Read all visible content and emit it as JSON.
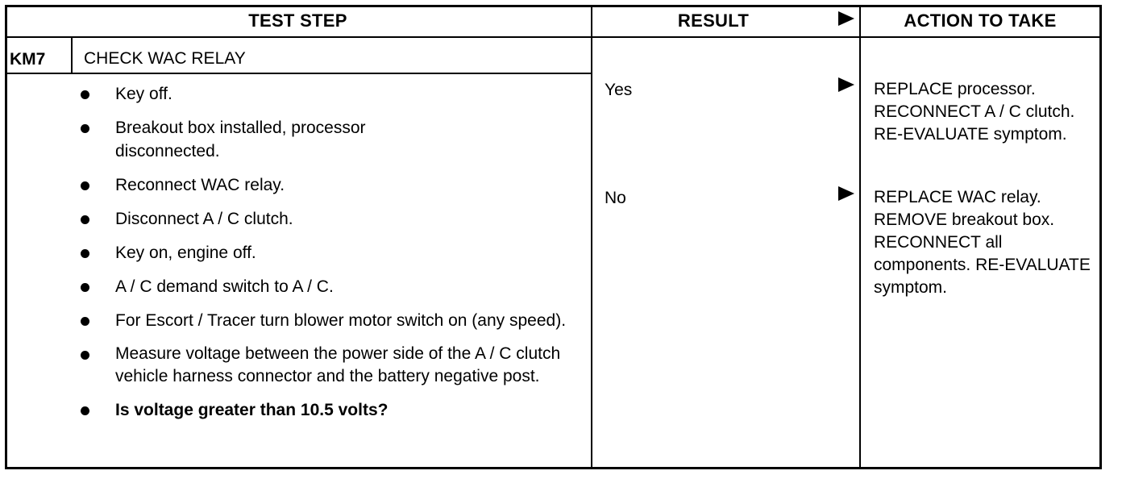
{
  "header": {
    "test_step": "TEST STEP",
    "result": "RESULT",
    "action": "ACTION TO TAKE"
  },
  "step": {
    "id": "KM7",
    "title": "CHECK WAC RELAY",
    "items": [
      "Key off.",
      "Breakout box installed, processor disconnected.",
      "Reconnect WAC relay.",
      "Disconnect A / C clutch.",
      "Key on, engine off.",
      "A / C demand switch to A / C.",
      "For Escort / Tracer turn blower motor switch on (any speed).",
      "Measure voltage between the power side of the A / C clutch vehicle harness connector and the battery negative post.",
      "Is voltage greater than 10.5 volts?"
    ]
  },
  "results": [
    {
      "label": "Yes",
      "action": "REPLACE processor. RECONNECT A / C clutch. RE-EVALUATE symptom."
    },
    {
      "label": "No",
      "action": "REPLACE WAC relay. REMOVE breakout box. RECONNECT all components. RE-EVALUATE symptom."
    }
  ]
}
